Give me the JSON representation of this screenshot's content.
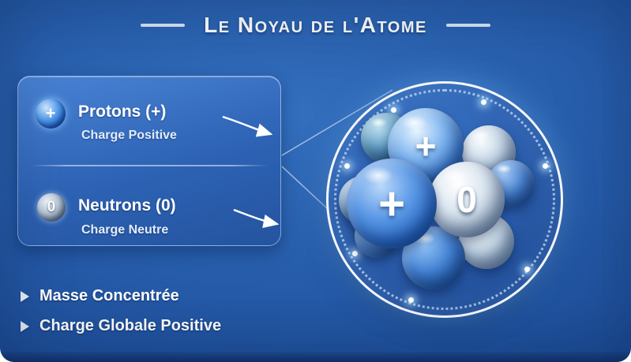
{
  "title": {
    "text": "Le Noyau de l'Atome"
  },
  "legend": {
    "items": [
      {
        "symbol": "+",
        "label": "Protons (+)",
        "sublabel": "Charge Positive"
      },
      {
        "symbol": "0",
        "label": "Neutrons (0)",
        "sublabel": "Charge Neutre"
      }
    ]
  },
  "nucleus": {
    "spheres": [
      {
        "symbol": "+"
      },
      {
        "symbol": "+"
      },
      {
        "symbol": "0"
      }
    ]
  },
  "bullets": [
    {
      "text": "Masse Concentrée"
    },
    {
      "text": "Charge Globale Positive"
    }
  ],
  "colors": {
    "background": "#1c4b95",
    "panel": "#2d62b4",
    "proton_blue": "#2a6cc8",
    "neutron_gray": "#a8bccf",
    "text": "#ffffff"
  }
}
